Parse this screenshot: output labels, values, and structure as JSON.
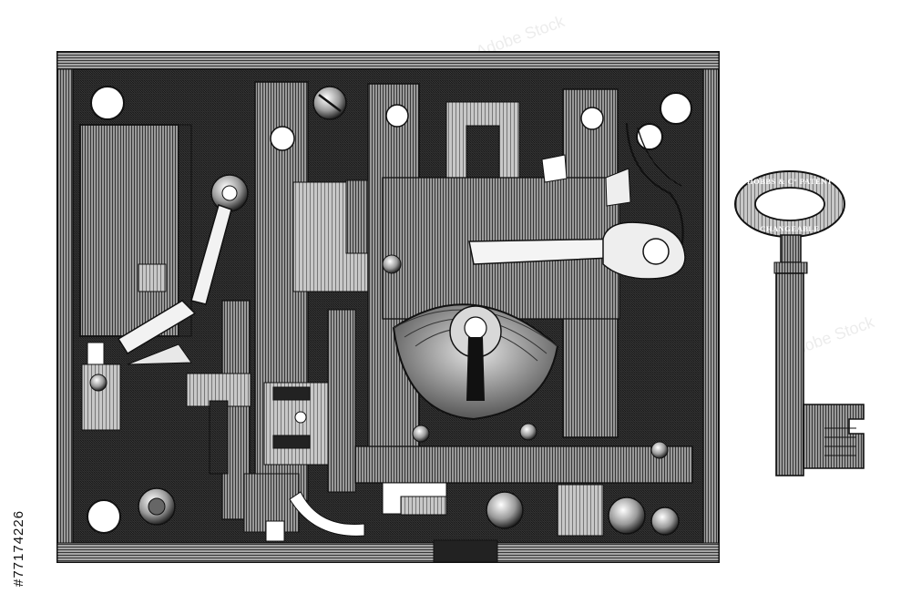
{
  "image": {
    "side_label": "#77174226",
    "key_bow_top": "HOBBS & C° PATENT",
    "key_bow_bottom": "CHANGEABLE",
    "watermark": "Adobe Stock"
  },
  "colors": {
    "ink": "#111111",
    "plate_dark": "#2b2b2b",
    "plate_mid": "#6e6e6e",
    "plate_light": "#b9b9b9",
    "paper": "#ffffff"
  }
}
